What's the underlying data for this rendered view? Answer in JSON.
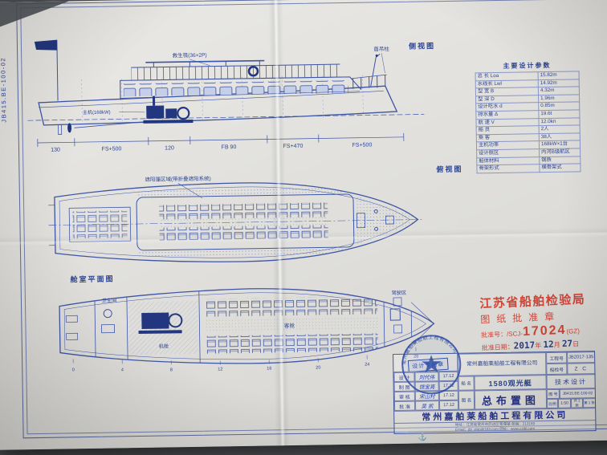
{
  "sheet": {
    "margin_code": "JB415.BE-100-02",
    "footer_mark": "⚓",
    "views": {
      "side": {
        "label": "侧视图",
        "callout_liferaft": "救生筏(36×2P)",
        "callout_bow": "首吊柱",
        "callout_engine": "主机(168kW)",
        "dims": [
          "130",
          "FS+500",
          "120",
          "FB 90",
          "FS+470",
          "FS+500"
        ]
      },
      "top": {
        "label": "俯视图",
        "callout_canopy": "遮阳篷区域(带折叠遮阳系统)"
      },
      "cabin": {
        "label": "舱室平面图",
        "rooms": [
          "机舱",
          "客舱",
          "驾驶区",
          "卫生间"
        ],
        "frames": [
          "0",
          "4",
          "8",
          "12",
          "16",
          "20",
          "24",
          "28"
        ]
      }
    },
    "params": {
      "title": "主要设计参数",
      "rows": [
        [
          "总 长 Loa",
          "15.82m"
        ],
        [
          "水线长 Lwl",
          "14.92m"
        ],
        [
          "型 宽 B",
          "4.32m"
        ],
        [
          "型 深 D",
          "1.96m"
        ],
        [
          "设计吃水 d",
          "0.85m"
        ],
        [
          "排水量 Δ",
          "19.6t"
        ],
        [
          "航 速 V",
          "12.0kn"
        ],
        [
          "船 员",
          "2人"
        ],
        [
          "乘 客",
          "38人"
        ],
        [
          "主机功率",
          "168kW×1台"
        ],
        [
          "设计航区",
          "内河B级航区"
        ],
        [
          "船体材料",
          "钢质"
        ],
        [
          "骨架形式",
          "横骨架式"
        ]
      ]
    },
    "approval_stamp": {
      "title": "江苏省船舶检验局",
      "subtitle": "图纸批准章",
      "no_label": "批准号：/SCJ-",
      "no_value": "17024",
      "no_suffix": "(GZ)",
      "date_label": "批准日期：",
      "year": "2017",
      "year_unit": "年",
      "month": "12",
      "month_unit": "月",
      "day": "27",
      "day_unit": "日"
    },
    "title_block": {
      "company_top": "常州嘉舶莱船舶工程有限公司",
      "project_label": "工程号",
      "project_no": "JB2017-135",
      "survey_label": "船检号",
      "survey_no": "Z C",
      "product_label": "船 名",
      "product": "1580观光艇",
      "stage": "技术设计",
      "drawing_label": "图 名",
      "drawing_title": "总布置图",
      "no_label": "图 号",
      "drawing_no": "JB415.BE-100-02",
      "scale_label": "比例",
      "scale": "1:50",
      "sheet_total": "共 1 张",
      "sheet_no": "第 1 张",
      "company_bottom": "常州嘉舶莱船舶工程有限公司",
      "address": "地址：江苏省常州市武进区雪堰镇  邮编：213169",
      "contact": "Email：jbl_ship@163.com  网址：www.czjbl.com",
      "signatures": [
        {
          "role": "设 计",
          "name": "刘代伟",
          "date": "17.12"
        },
        {
          "role": "制 图",
          "name": "饶宝亮",
          "date": "17.12"
        },
        {
          "role": "审 核",
          "name": "宋山村",
          "date": "17.12"
        },
        {
          "role": "批 准",
          "name": "吴 凯",
          "date": "17.12"
        }
      ]
    },
    "seal": {
      "company": "常州嘉舶莱船舶工程有限公司",
      "label": "设计专用章"
    }
  }
}
